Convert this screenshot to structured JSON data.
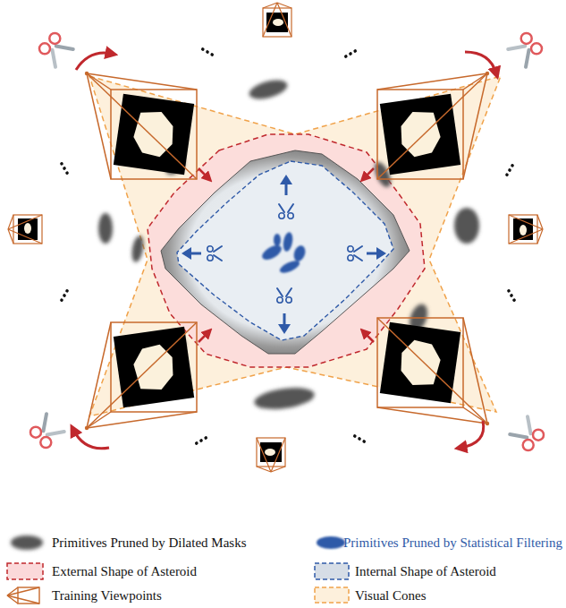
{
  "diagram": {
    "legend": [
      {
        "text": "Primitives Pruned by Dilated Masks"
      },
      {
        "text": "Primitives Pruned by Statistical Filtering"
      },
      {
        "text": "External Shape of Asteroid"
      },
      {
        "text": "Internal Shape of Asteroid"
      },
      {
        "text": "Training Viewpoints"
      },
      {
        "text": "Visual Cones"
      }
    ]
  }
}
